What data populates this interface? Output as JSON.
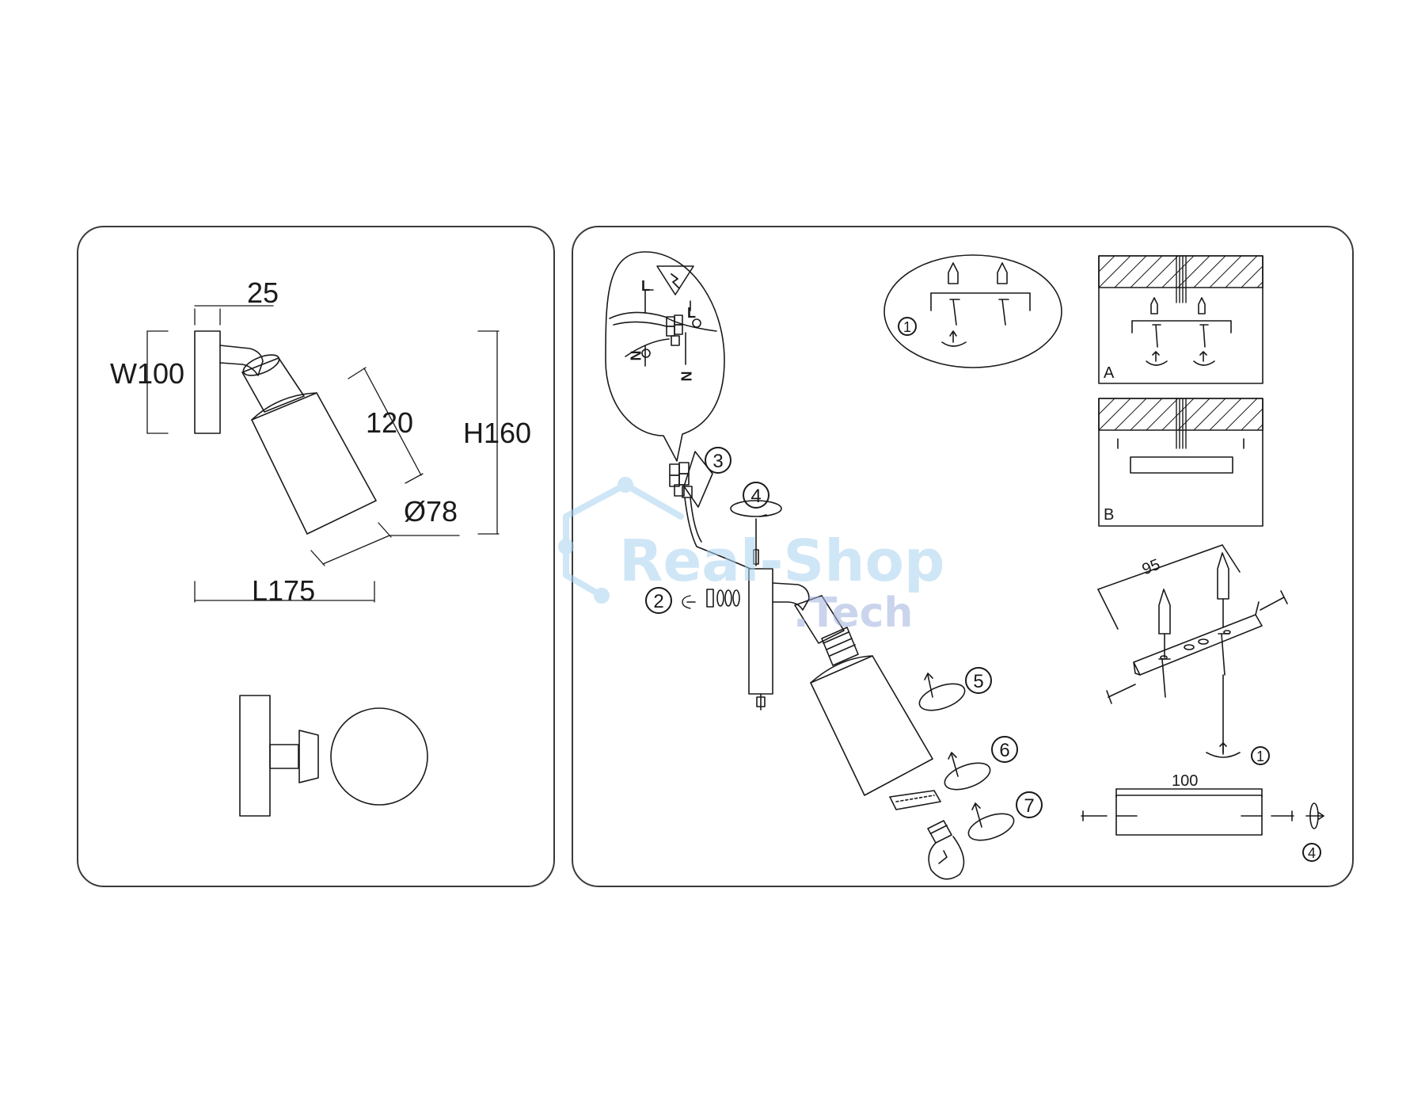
{
  "dimensions": {
    "d25": "25",
    "w100": "W100",
    "d120": "120",
    "h160": "H160",
    "d78": "Ø78",
    "l175": "L175"
  },
  "steps": {
    "s1": "1",
    "s2": "2",
    "s3": "3",
    "s4": "4",
    "s5": "5",
    "s6": "6",
    "s7": "7",
    "s1b": "1",
    "s4b": "4"
  },
  "mount_types": {
    "a": "A",
    "b": "B"
  },
  "bracket": {
    "spacing": "95",
    "length": "100"
  },
  "watermark": {
    "main": "Real-Shop",
    "sub": ".Tech"
  },
  "wiring": {
    "l1": "L",
    "n1": "N",
    "l2": "L",
    "n2": "N"
  },
  "colors": {
    "line": "#1a1a1a",
    "watermark": "#a9d2f0",
    "watermark_sub": "#9fb2de"
  }
}
